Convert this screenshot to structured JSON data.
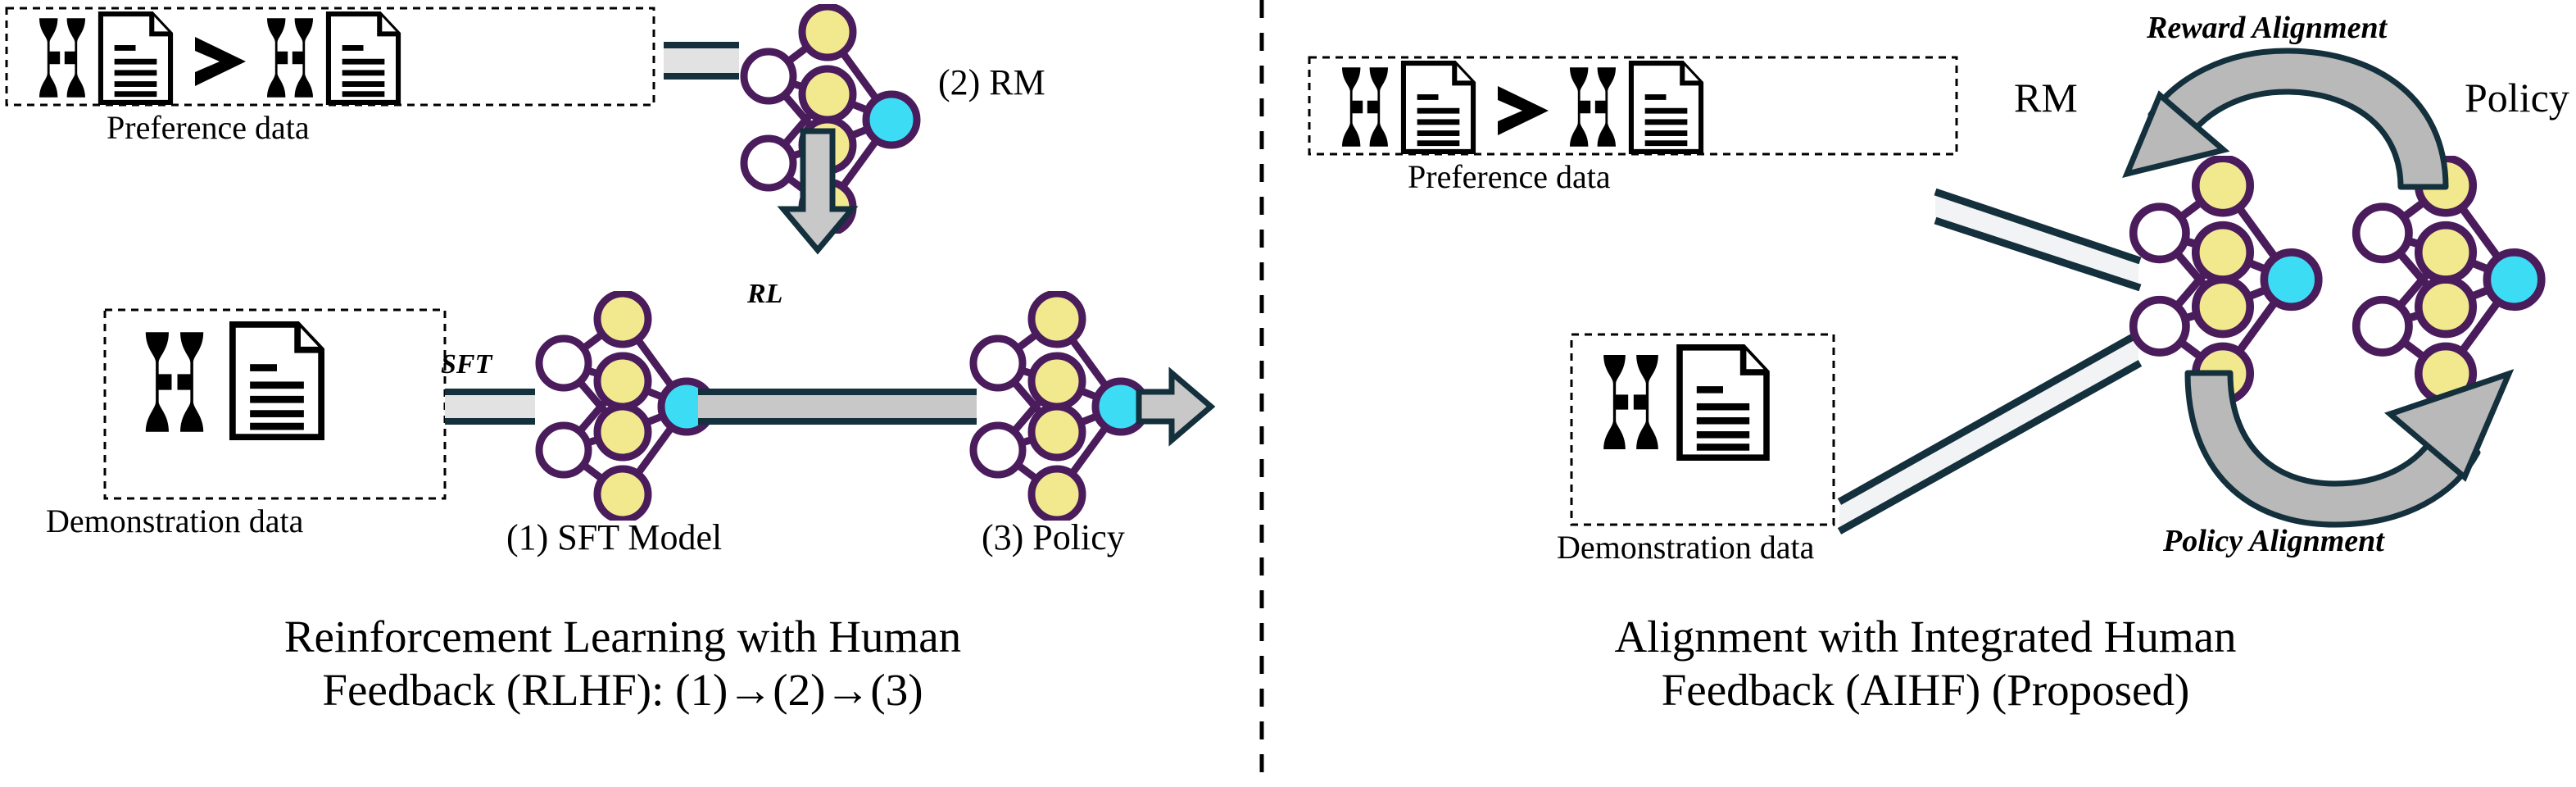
{
  "figure": {
    "type": "diagram",
    "description": "Side-by-side comparison of RLHF pipeline and proposed AIHF alignment loop",
    "divider": "vertical-dashed-line"
  },
  "left_panel": {
    "caption_line1": "Reinforcement Learning with Human",
    "caption_line2": "Feedback (RLHF): (1)→(2)→(3)",
    "preference_box": {
      "label": "Preference data",
      "comparator": ">",
      "items": [
        "human-document-pair-preferred",
        "human-document-pair-rejected"
      ]
    },
    "demonstration_box": {
      "label": "Demonstration data",
      "items": [
        "human-document-pair"
      ]
    },
    "edges": [
      {
        "name": "sft-arrow",
        "label": "SFT",
        "from": "Demonstration data",
        "to": "(1) SFT Model"
      },
      {
        "name": "pref-to-rm-arrow",
        "label": "",
        "from": "Preference data",
        "to": "(2) RM"
      },
      {
        "name": "rl-arrow",
        "label": "RL",
        "from": "(2) RM",
        "to": "policy-training-bar"
      },
      {
        "name": "sft-to-policy-arrow",
        "label": "",
        "from": "(1) SFT Model",
        "to": "(3) Policy"
      },
      {
        "name": "policy-output-arrow",
        "label": "",
        "from": "(3) Policy",
        "to": "output"
      }
    ],
    "networks": [
      {
        "id": "rm",
        "label": "(2) RM"
      },
      {
        "id": "sft",
        "label": "(1) SFT Model"
      },
      {
        "id": "policy",
        "label": "(3) Policy"
      }
    ]
  },
  "right_panel": {
    "caption_line1": "Alignment with Integrated Human",
    "caption_line2": "Feedback (AIHF) (Proposed)",
    "preference_box": {
      "label": "Preference data",
      "comparator": ">",
      "items": [
        "human-document-pair-preferred",
        "human-document-pair-rejected"
      ]
    },
    "demonstration_box": {
      "label": "Demonstration data",
      "items": [
        "human-document-pair"
      ]
    },
    "networks": [
      {
        "id": "rm",
        "label": "RM"
      },
      {
        "id": "policy",
        "label": "Policy"
      }
    ],
    "loop_arrows": [
      {
        "name": "reward-alignment-arrow",
        "label": "Reward Alignment",
        "direction": "policy-to-rm"
      },
      {
        "name": "policy-alignment-arrow",
        "label": "Policy Alignment",
        "direction": "rm-to-policy"
      }
    ]
  },
  "network_legend": {
    "input_nodes": 2,
    "hidden_nodes": 4,
    "output_nodes": 1
  },
  "colors": {
    "node_border": "#4a1c5c",
    "node_hidden_fill": "#f2e98f",
    "node_input_fill": "#ffffff",
    "node_output_fill": "#3ddcf5",
    "arrow_fill": "#d4d4d4",
    "arrow_fill_light": "#eeeeee",
    "arrow_stroke": "#13303c",
    "box_border": "#000000",
    "background": "#ffffff",
    "text": "#000000"
  }
}
